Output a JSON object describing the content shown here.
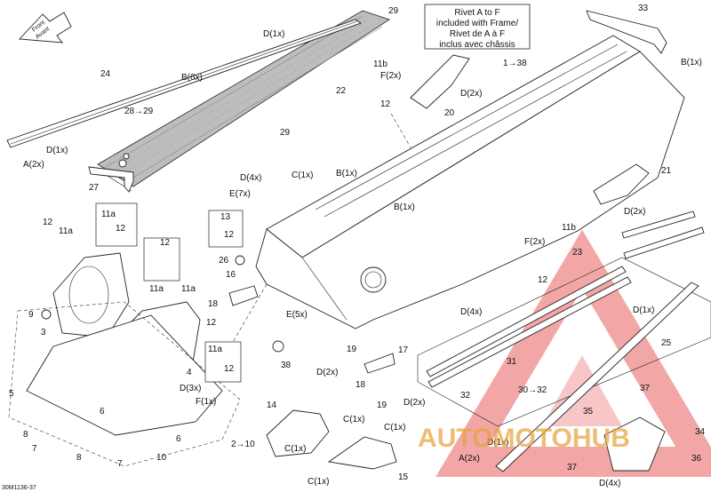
{
  "note_box": {
    "lines": [
      "Rivet A to F",
      "included with Frame/",
      "Rivet de A à F",
      "inclus avec châssis"
    ]
  },
  "front_arrow": {
    "line1": "Front",
    "line2": "Avant"
  },
  "figure_code": "30M1136-37",
  "watermark": {
    "text": "AUTOMOTOHUB",
    "color": "#e88a86",
    "accent": "#e4433f"
  },
  "labels": [
    {
      "id": "29a",
      "text": "29"
    },
    {
      "id": "d1x-top",
      "text": "D(1x)"
    },
    {
      "id": "24",
      "text": "24"
    },
    {
      "id": "b6x",
      "text": "B(6x)"
    },
    {
      "id": "28-29",
      "text": "28→29"
    },
    {
      "id": "29b",
      "text": "29"
    },
    {
      "id": "d1x-left",
      "text": "D(1x)"
    },
    {
      "id": "a2x-left",
      "text": "A(2x)"
    },
    {
      "id": "27",
      "text": "27"
    },
    {
      "id": "11b-top",
      "text": "11b"
    },
    {
      "id": "f2x-top",
      "text": "F(2x)"
    },
    {
      "id": "22",
      "text": "22"
    },
    {
      "id": "12-top",
      "text": "12"
    },
    {
      "id": "1-38",
      "text": "1→38"
    },
    {
      "id": "d2x-20",
      "text": "D(2x)"
    },
    {
      "id": "20",
      "text": "20"
    },
    {
      "id": "33",
      "text": "33"
    },
    {
      "id": "b1x-33",
      "text": "B(1x)"
    },
    {
      "id": "d4x-top",
      "text": "D(4x)"
    },
    {
      "id": "c1x-top",
      "text": "C(1x)"
    },
    {
      "id": "b1x-top",
      "text": "B(1x)"
    },
    {
      "id": "e7x",
      "text": "E(7x)"
    },
    {
      "id": "b1x-mid",
      "text": "B(1x)"
    },
    {
      "id": "21",
      "text": "21"
    },
    {
      "id": "d2x-21",
      "text": "D(2x)"
    },
    {
      "id": "12-l1",
      "text": "12"
    },
    {
      "id": "11a-l1",
      "text": "11a"
    },
    {
      "id": "11a-l2",
      "text": "11a"
    },
    {
      "id": "12-l2",
      "text": "12"
    },
    {
      "id": "13",
      "text": "13"
    },
    {
      "id": "12-13",
      "text": "12"
    },
    {
      "id": "12-grid",
      "text": "12"
    },
    {
      "id": "11a-grid",
      "text": "11a"
    },
    {
      "id": "26",
      "text": "26"
    },
    {
      "id": "11b-right",
      "text": "11b"
    },
    {
      "id": "f2x-right",
      "text": "F(2x)"
    },
    {
      "id": "23",
      "text": "23"
    },
    {
      "id": "16",
      "text": "16"
    },
    {
      "id": "18-top",
      "text": "18"
    },
    {
      "id": "11a-mid",
      "text": "11a"
    },
    {
      "id": "12-mid",
      "text": "12"
    },
    {
      "id": "9",
      "text": "9"
    },
    {
      "id": "3",
      "text": "3"
    },
    {
      "id": "e5x",
      "text": "E(5x)"
    },
    {
      "id": "d4x-mid",
      "text": "D(4x)"
    },
    {
      "id": "12-red",
      "text": "12"
    },
    {
      "id": "11a-box",
      "text": "11a"
    },
    {
      "id": "12-box",
      "text": "12"
    },
    {
      "id": "4",
      "text": "4"
    },
    {
      "id": "38",
      "text": "38"
    },
    {
      "id": "19-top",
      "text": "19"
    },
    {
      "id": "d2x-19",
      "text": "D(2x)"
    },
    {
      "id": "17",
      "text": "17"
    },
    {
      "id": "18-low",
      "text": "18"
    },
    {
      "id": "19-low",
      "text": "19"
    },
    {
      "id": "d2x-19b",
      "text": "D(2x)"
    },
    {
      "id": "d3x",
      "text": "D(3x)"
    },
    {
      "id": "f1x",
      "text": "F(1x)"
    },
    {
      "id": "5",
      "text": "5"
    },
    {
      "id": "6a",
      "text": "6"
    },
    {
      "id": "8a",
      "text": "8"
    },
    {
      "id": "7a",
      "text": "7"
    },
    {
      "id": "6b",
      "text": "6"
    },
    {
      "id": "10",
      "text": "10"
    },
    {
      "id": "8b",
      "text": "8"
    },
    {
      "id": "7b",
      "text": "7"
    },
    {
      "id": "2-10",
      "text": "2→10"
    },
    {
      "id": "14",
      "text": "14"
    },
    {
      "id": "c1x-a",
      "text": "C(1x)"
    },
    {
      "id": "c1x-b",
      "text": "C(1x)"
    },
    {
      "id": "c1x-c",
      "text": "C(1x)"
    },
    {
      "id": "c1x-d",
      "text": "C(1x)"
    },
    {
      "id": "15",
      "text": "15"
    },
    {
      "id": "31",
      "text": "31"
    },
    {
      "id": "32",
      "text": "32"
    },
    {
      "id": "30-32",
      "text": "30→32"
    },
    {
      "id": "d1x-25",
      "text": "D(1x)"
    },
    {
      "id": "25",
      "text": "25"
    },
    {
      "id": "37a",
      "text": "37"
    },
    {
      "id": "35",
      "text": "35"
    },
    {
      "id": "d1x-low",
      "text": "D(1x)"
    },
    {
      "id": "a2x-low",
      "text": "A(2x)"
    },
    {
      "id": "34",
      "text": "34"
    },
    {
      "id": "37b",
      "text": "37"
    },
    {
      "id": "36",
      "text": "36"
    },
    {
      "id": "d4x-low",
      "text": "D(4x)"
    }
  ]
}
